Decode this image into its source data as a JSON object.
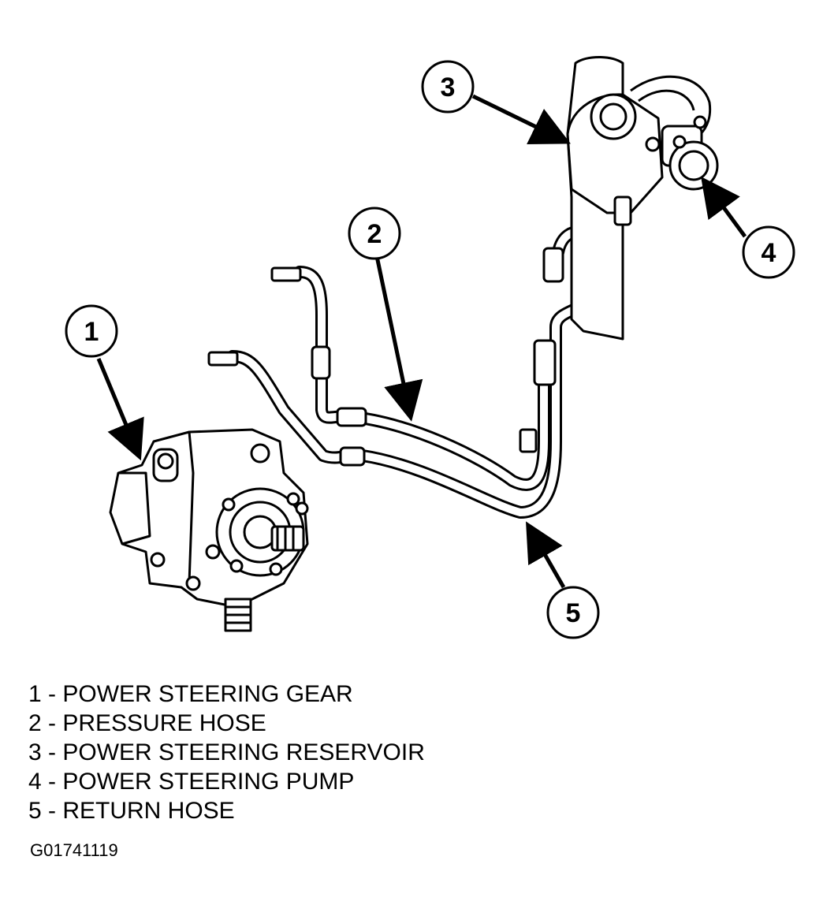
{
  "callouts": [
    {
      "id": "1",
      "number": "1"
    },
    {
      "id": "2",
      "number": "2"
    },
    {
      "id": "3",
      "number": "3"
    },
    {
      "id": "4",
      "number": "4"
    },
    {
      "id": "5",
      "number": "5"
    }
  ],
  "legend": [
    "1 - POWER STEERING GEAR",
    "2 - PRESSURE HOSE",
    "3 - POWER STEERING RESERVOIR",
    "4 - POWER STEERING PUMP",
    "5 - RETURN HOSE"
  ],
  "figure_code": "G01741119"
}
